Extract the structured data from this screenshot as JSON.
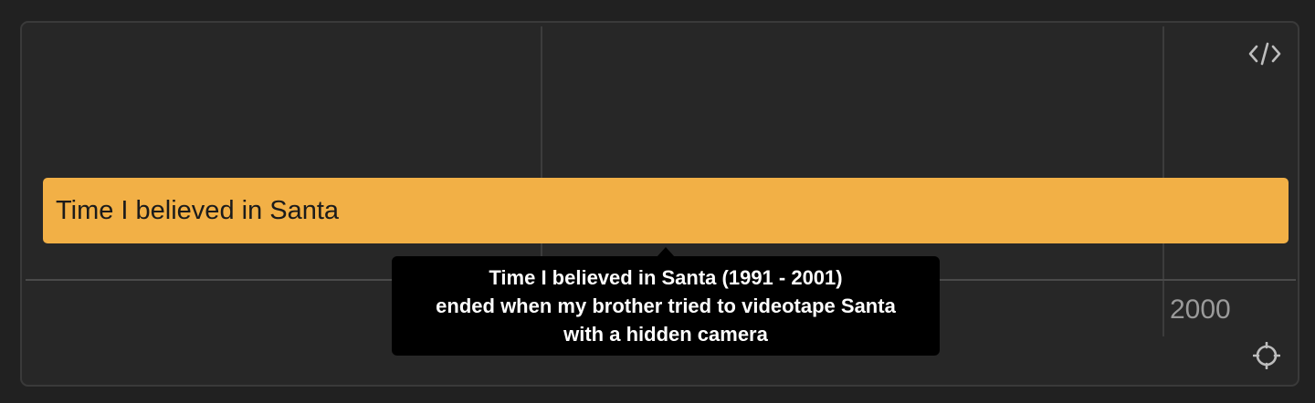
{
  "chart_data": {
    "type": "timeline",
    "x_ticks": [
      "2000"
    ],
    "series": [
      {
        "label": "Time I believed in Santa",
        "start": 1991,
        "end": 2001,
        "color": "#f2b046"
      }
    ],
    "tooltip": {
      "title": "Time I believed in Santa (1991 - 2001)",
      "lines": [
        "ended when my brother tried to videotape Santa",
        "with a hidden camera"
      ]
    }
  },
  "toolbar": {
    "embed_icon": "code-icon",
    "recenter_icon": "crosshair-icon"
  }
}
